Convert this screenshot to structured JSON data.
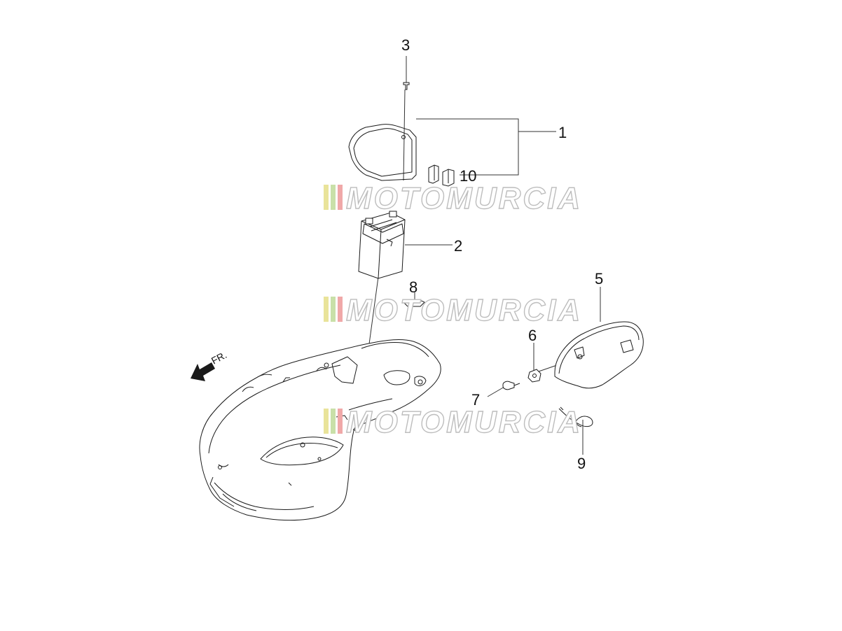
{
  "callouts": {
    "c1": "1",
    "c2": "2",
    "c3": "3",
    "c5": "5",
    "c6": "6",
    "c7": "7",
    "c8": "8",
    "c9": "9",
    "c10": "10"
  },
  "direction_label": "FR.",
  "watermark": {
    "text": "MOTOMURCIA",
    "stripe_colors": [
      "#e9e39a",
      "#c9e0a8",
      "#f0a8a8"
    ]
  },
  "icons": [
    "front-direction-arrow-icon"
  ]
}
